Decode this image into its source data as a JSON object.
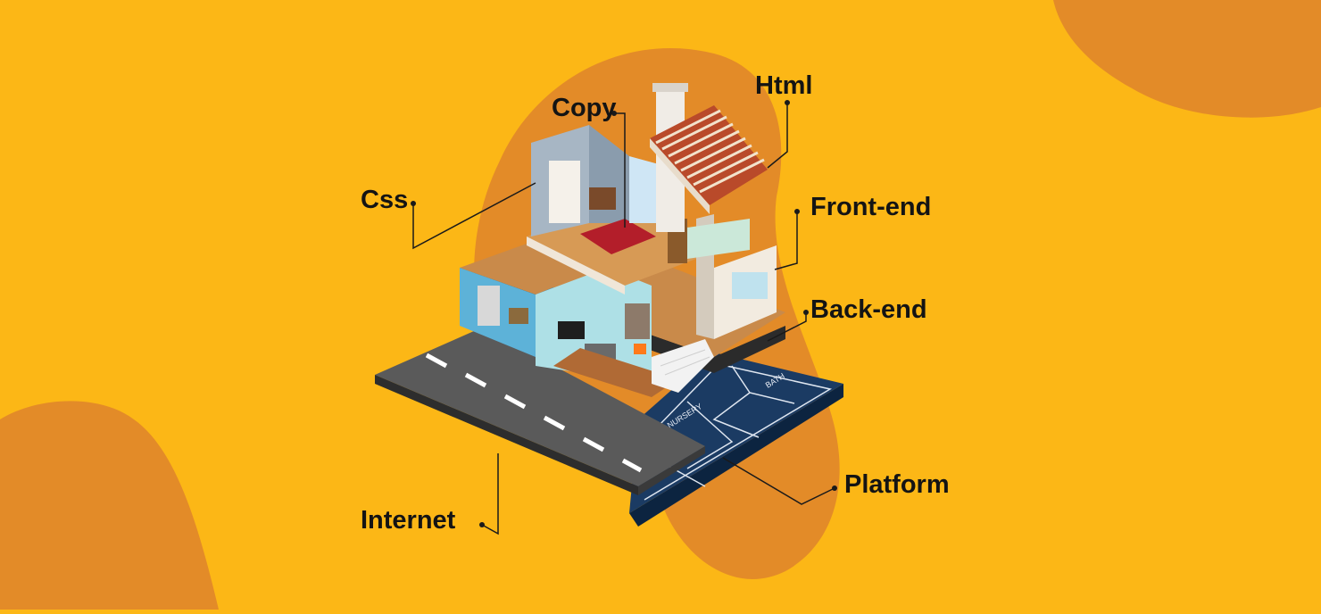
{
  "background_color": "#fcb716",
  "blob_color": "#e38b28",
  "labels": {
    "copy": "Copy",
    "html": "Html",
    "css": "Css",
    "front_end": "Front-end",
    "back_end": "Back-end",
    "platform": "Platform",
    "internet": "Internet"
  },
  "floorplan": {
    "nursery": "NURSERY",
    "bath": "BATH"
  }
}
